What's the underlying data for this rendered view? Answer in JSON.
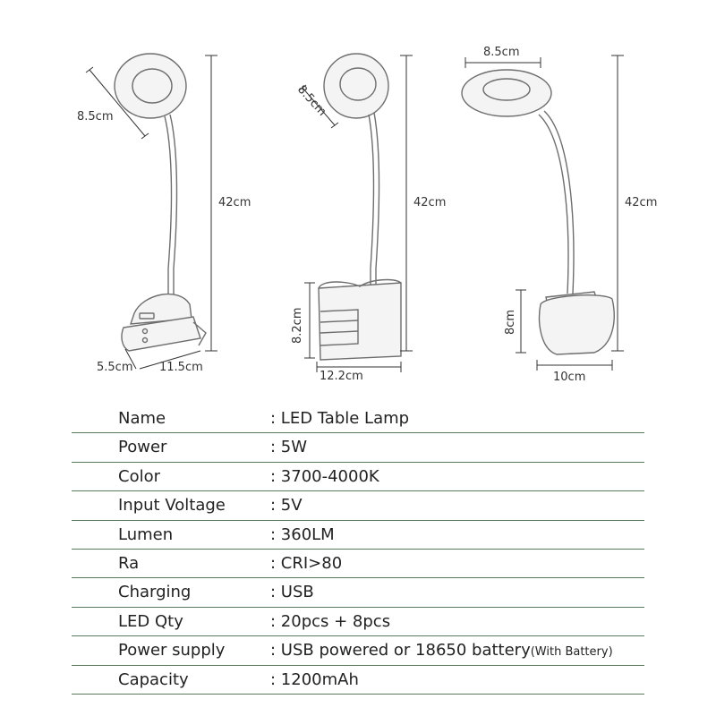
{
  "dimensions": {
    "clip_lamp": {
      "head": "8.5cm",
      "height": "42cm",
      "clip_width": "5.5cm",
      "clip_length": "11.5cm"
    },
    "pen_holder_lamp": {
      "head": "8.5cm",
      "height": "42cm",
      "base_height": "8.2cm",
      "base_width": "12.2cm"
    },
    "round_base_lamp": {
      "head": "8.5cm",
      "height": "42cm",
      "base_height": "8cm",
      "base_width": "10cm"
    }
  },
  "specs": [
    {
      "name": "Name",
      "value": ": LED Table Lamp"
    },
    {
      "name": "Power",
      "value": ": 5W"
    },
    {
      "name": "Color",
      "value": ": 3700-4000K"
    },
    {
      "name": "Input Voltage",
      "value": ": 5V"
    },
    {
      "name": "Lumen",
      "value": ": 360LM"
    },
    {
      "name": "Ra",
      "value": ": CRI>80"
    },
    {
      "name": "Charging",
      "value": ": USB"
    },
    {
      "name": "LED Qty",
      "value": ": 20pcs + 8pcs"
    },
    {
      "name": "Power supply",
      "value": ": USB powered or 18650 battery",
      "note": "(With Battery)"
    },
    {
      "name": "Capacity",
      "value": ": 1200mAh"
    }
  ]
}
